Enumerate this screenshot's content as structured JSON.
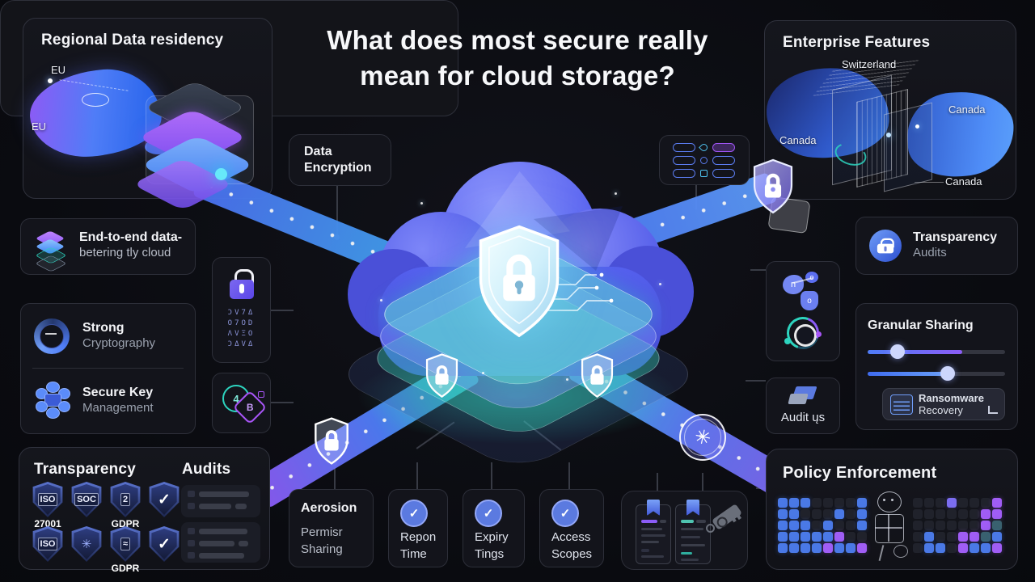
{
  "colors": {
    "accent_blue": "#4f7df7",
    "accent_purple": "#8b5cf6",
    "accent_teal": "#2dd4bf",
    "badge_blue": "#3b5bd6",
    "panel_border": "#30323d"
  },
  "header": {
    "line1": "What does most secure really",
    "line2": "mean for cloud storage?"
  },
  "regional": {
    "title": "Regional Data residency",
    "label_top": "EU",
    "label_bottom": "EU"
  },
  "enterprise": {
    "title": "Enterprise Features",
    "label_switzerland": "Switzerland",
    "label_canada_right": "Canada",
    "label_canada_left": "Canada",
    "label_canada_bottom": "Canada"
  },
  "cards": {
    "e2e": {
      "line1": "End-to-end data-",
      "line2": "betering tly cloud"
    },
    "strong": {
      "line1": "Strong",
      "line2": "Cryptography"
    },
    "key": {
      "line1": "Secure Key",
      "line2": "Management"
    },
    "data_encryption": {
      "line1": "Data",
      "line2": "Encryption"
    },
    "crypto_symbols": [
      "ƆV7Δ",
      "O7OD",
      "ΛVΞO",
      "ƆΔVΔ"
    ],
    "glyph_circle": "4",
    "glyph_diamond": "B",
    "transparency_audit": {
      "line1": "Transparency",
      "line2": "Audits"
    },
    "granular": {
      "title": "Granular Sharing",
      "slider1": {
        "thumb_pct": 22,
        "fill_pct": 69
      },
      "slider2": {
        "thumb_pct": 58,
        "fill_pct": 58
      }
    },
    "ransomware": {
      "line1": "Ransomware",
      "line2": "Recovery"
    },
    "audit": {
      "label": "Audit ųs"
    }
  },
  "bottom_cards": [
    {
      "title": "Aerosion",
      "line1": "Permisr",
      "line2": "Sharing"
    },
    {
      "line1": "Repon",
      "line2": "Time"
    },
    {
      "line1": "Expiry",
      "line2": "Tings"
    },
    {
      "line1": "Access",
      "line2": "Scopes"
    }
  ],
  "badges_panel": {
    "title_left": "Transparency",
    "title_right": "Audits",
    "row1": [
      {
        "text": "ISO",
        "sub": "27001"
      },
      {
        "text": "SOC"
      },
      {
        "text": "2",
        "sub": "GDPR"
      },
      {
        "icon": "check"
      }
    ],
    "row2": [
      {
        "text": "ISO"
      },
      {
        "icon": "snowflake"
      },
      {
        "text": "≈",
        "sub": "GDPR"
      },
      {
        "icon": "check"
      }
    ]
  },
  "policy": {
    "title": "Policy Enforcement",
    "palette": {
      "B": "#4a79e6",
      "P": "#a05df5",
      "V": "#7b6df0",
      "T": "#39616f",
      "d": "#20222b"
    },
    "grid_left": [
      "BBBddddB",
      "BBdddBdB",
      "BBBdBddB",
      "BBBBBPdd",
      "BBBBPBBP"
    ],
    "grid_right": [
      "dddVdddP",
      "ddddddPP",
      "ddddddPT",
      "dBddPPTB",
      "dBBdPBBP"
    ]
  }
}
